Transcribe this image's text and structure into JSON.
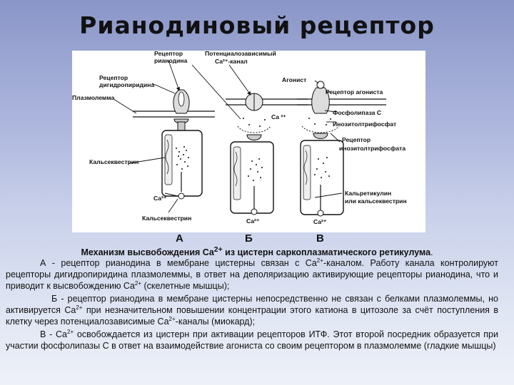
{
  "slide": {
    "title": "Рианодиновый рецептор",
    "panel_labels": [
      "А",
      "Б",
      "В"
    ]
  },
  "figure_labels": {
    "ryanodine_receptor": "Рецептор",
    "ryanodine_receptor_2": "рианодина",
    "voltage_channel": "Потенциалозависимый",
    "voltage_channel_2": "Ca²⁺-канал",
    "dhp_receptor": "Рецептор",
    "dhp_receptor_2": "дигидропиридина",
    "plasmolemma": "Плазмолемма",
    "calsequestrin": "Кальсеквестрин",
    "ca_a": "Ca²⁺",
    "calsequestrin_bottom": "Кальсеквестрин",
    "agonist": "Агонист",
    "agonist_receptor": "Рецептор агониста",
    "ca_b_top": "Ca ²⁺",
    "phospholipase": "Фосфолипаза С",
    "ip3": "Инозитолтрифосфат",
    "ip3_receptor": "Рецептор",
    "ip3_receptor_2": "инозитолтрифосфата",
    "calreticulin": "Кальретикулин",
    "calreticulin_2": "или кальсеквестрин",
    "ca_b_bottom": "Ca²⁺",
    "ca_c_bottom": "Ca²⁺"
  },
  "text": {
    "caption_main": "Механизм высвобождения Ca",
    "caption_sup": "2+",
    "caption_tail": " из цистерн саркоплазматического ретикулума",
    "caption_dot": ".",
    "p1_a": "А - рецептор рианодина в мембране цистерны связан с Ca",
    "p1_sup1": "2+",
    "p1_b": "-каналом. Работу канала контролируют рецепторы дигидропиридина плазмолеммы, в ответ на деполяризацию активирующие рецепторы рианодина, что и приводит к высвобождению Ca",
    "p1_sup2": "2+",
    "p1_c": " (скелетные мышцы);",
    "p2_a": "Б - рецептор рианодина в мембране цистерны непосредственно не связан с белками плазмолеммы, но активируется Ca",
    "p2_sup1": "2+",
    "p2_b": " при незначительном повышении концентрации этого катиона в цитозоле за счёт поступления в клетку через потенциалозависимые Ca",
    "p2_sup2": "2+",
    "p2_c": "-каналы (миокард);",
    "p3_a": "В - Ca",
    "p3_sup1": "2+",
    "p3_b": " освобождается из цистерн при активации рецепторов ИТФ. Этот второй посредник образуется при участии фосфолипазы С в ответ на взаимодействие агониста со своим рецептором в плазмолемме (гладкие мышцы)"
  }
}
